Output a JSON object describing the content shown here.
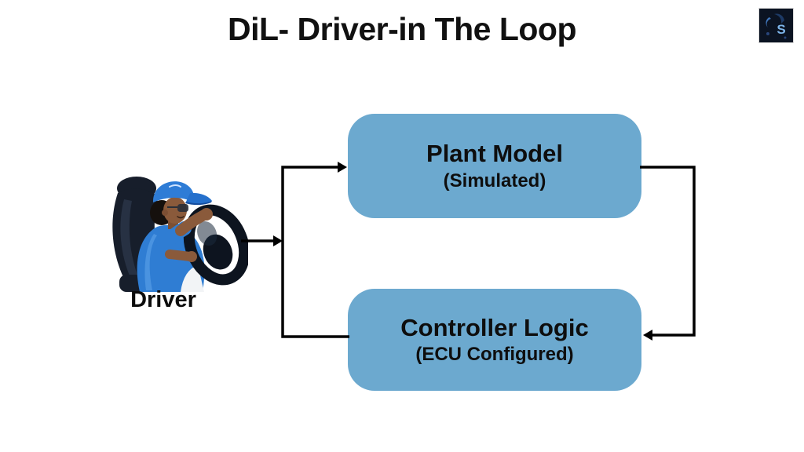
{
  "title": "DiL- Driver-in The Loop",
  "logo": {
    "name": "brand-logo"
  },
  "driver": {
    "label": "Driver",
    "illustration": "person-in-blue-cap-driving-with-steering-wheel"
  },
  "boxes": {
    "plant": {
      "title": "Plant Model",
      "subtitle": "(Simulated)"
    },
    "controller": {
      "title": "Controller Logic",
      "subtitle": "(ECU Configured)"
    }
  },
  "flow": {
    "connections": [
      "driver -> junction",
      "junction -> plant-model",
      "plant-model -> controller-logic",
      "controller-logic -> junction"
    ]
  },
  "colors": {
    "box_fill": "#6CA9CF",
    "arrow": "#000000",
    "text": "#0d0d0d",
    "background": "#ffffff"
  }
}
